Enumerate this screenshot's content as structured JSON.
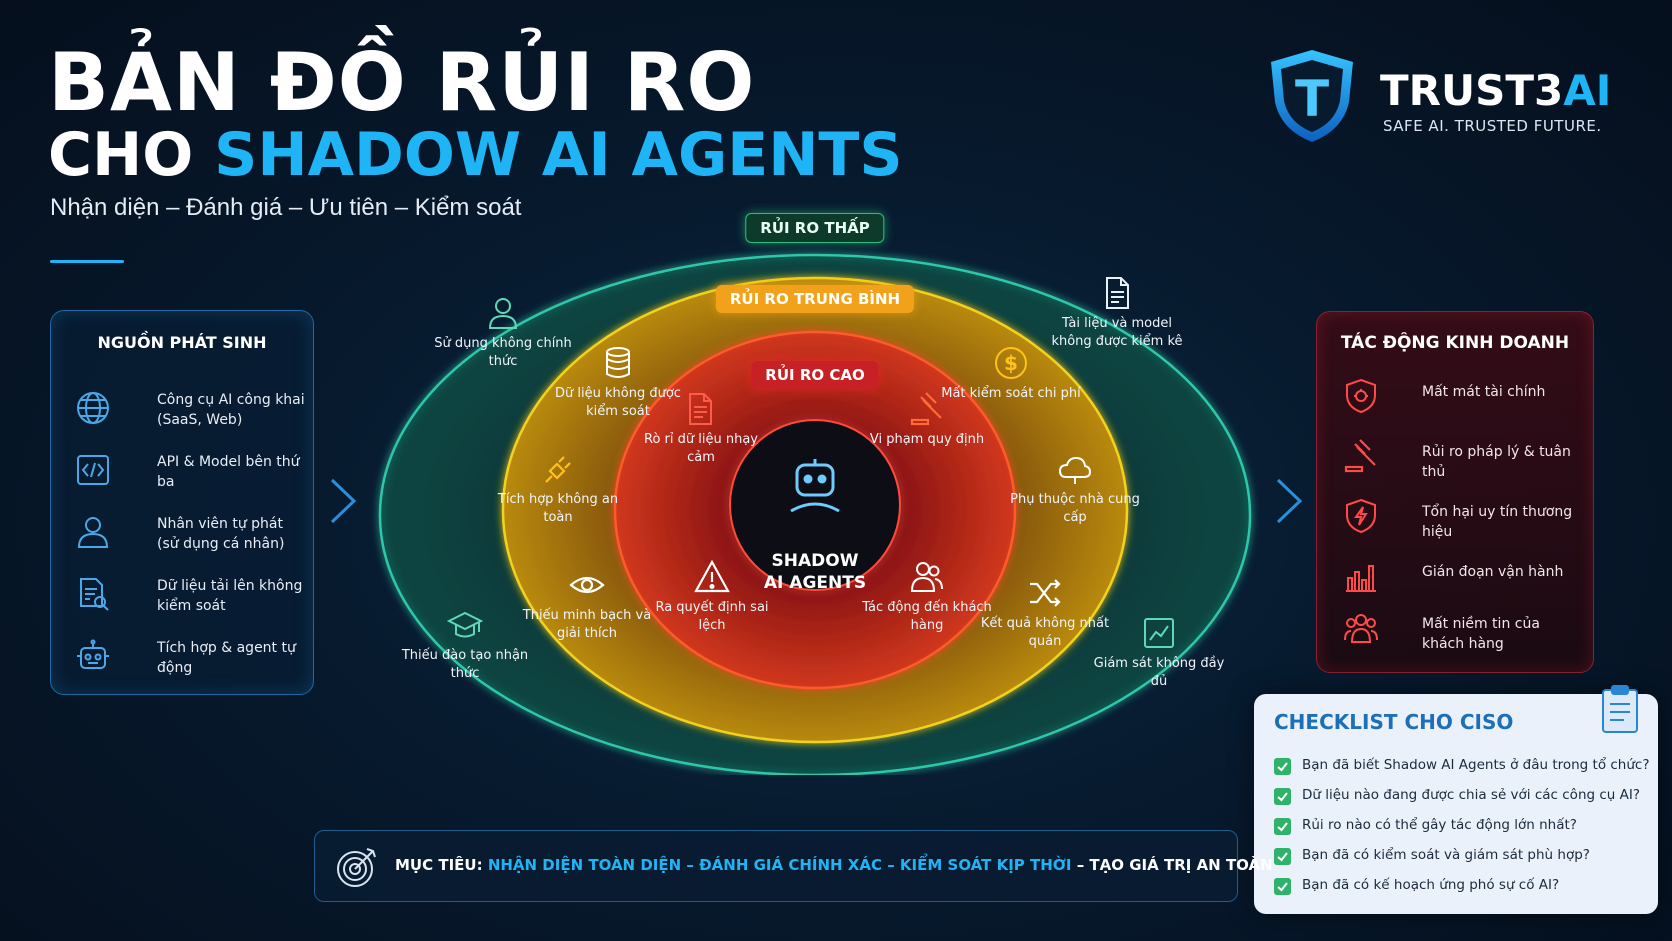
{
  "header": {
    "title_line1": "BẢN ĐỒ RỦI RO",
    "title_line2_prefix": "CHO ",
    "title_line2_accent": "SHADOW AI AGENTS",
    "subtitle": "Nhận diện – Đánh giá – Ưu tiên – Kiểm soát"
  },
  "brand": {
    "name_main": "TRUST3",
    "name_accent": "AI",
    "tagline": "SAFE AI. TRUSTED FUTURE.",
    "shield_letter": "T"
  },
  "sources": {
    "title": "NGUỒN PHÁT SINH",
    "items": [
      {
        "label": "Công cụ AI công khai (SaaS, Web)",
        "icon": "globe-icon"
      },
      {
        "label": "API & Model bên thứ ba",
        "icon": "code-icon"
      },
      {
        "label": "Nhân viên tự phát (sử dụng cá nhân)",
        "icon": "user-icon"
      },
      {
        "label": "Dữ liệu tải lên không kiểm soát",
        "icon": "document-search-icon"
      },
      {
        "label": "Tích hợp & agent tự động",
        "icon": "robot-icon"
      }
    ]
  },
  "diagram": {
    "low_label": "RỦI RO THẤP",
    "mid_label": "RỦI RO TRUNG BÌNH",
    "high_label": "RỦI RO CAO",
    "core_line1": "SHADOW",
    "core_line2": "AI AGENTS",
    "low_items": [
      {
        "label": "Sử dụng không chính thức",
        "icon": "user-outline-icon"
      },
      {
        "label": "Tài liệu và model không được kiểm kê",
        "icon": "file-icon"
      },
      {
        "label": "Thiếu đào tạo nhận thức",
        "icon": "graduation-cap-icon"
      },
      {
        "label": "Giám sát không đầy đủ",
        "icon": "monitor-chart-icon"
      }
    ],
    "mid_items": [
      {
        "label": "Dữ liệu không được kiểm soát",
        "icon": "database-icon"
      },
      {
        "label": "Mất kiểm soát chi phí",
        "icon": "dollar-icon"
      },
      {
        "label": "Tích hợp không an toàn",
        "icon": "plug-icon"
      },
      {
        "label": "Phụ thuộc nhà cung cấp",
        "icon": "cloud-icon"
      },
      {
        "label": "Thiếu minh bạch và giải thích",
        "icon": "eye-icon"
      },
      {
        "label": "Kết quả không nhất quán",
        "icon": "shuffle-icon"
      }
    ],
    "high_items": [
      {
        "label": "Rò rỉ dữ liệu nhạy cảm",
        "icon": "document-leak-icon"
      },
      {
        "label": "Vi phạm quy định",
        "icon": "gavel-icon"
      },
      {
        "label": "Ra quyết định sai lệch",
        "icon": "warning-icon"
      },
      {
        "label": "Tác động đến khách hàng",
        "icon": "users-icon"
      }
    ]
  },
  "impact": {
    "title": "TÁC ĐỘNG KINH DOANH",
    "items": [
      {
        "label": "Mất mát tài chính",
        "icon": "shield-bug-icon"
      },
      {
        "label": "Rủi ro pháp lý & tuân thủ",
        "icon": "gavel-icon"
      },
      {
        "label": "Tổn hại uy tín thương hiệu",
        "icon": "shield-bolt-icon"
      },
      {
        "label": "Gián đoạn vận hành",
        "icon": "bar-chart-down-icon"
      },
      {
        "label": "Mất niềm tin của khách hàng",
        "icon": "users-group-icon"
      }
    ]
  },
  "checklist": {
    "title": "CHECKLIST CHO CISO",
    "items": [
      "Bạn đã biết Shadow AI Agents ở đâu trong tổ chức?",
      "Dữ liệu nào đang được chia sẻ với các công cụ AI?",
      "Rủi ro nào có thể gây tác động lớn nhất?",
      "Bạn đã có kiểm soát và giám sát phù hợp?",
      "Bạn đã có kế hoạch ứng phó sự cố AI?"
    ]
  },
  "goal": {
    "prefix": "MỤC TIÊU: ",
    "highlight": "NHẬN DIỆN TOÀN DIỆN – ĐÁNH GIÁ CHÍNH XÁC – KIỂM SOÁT KỊP THỜI",
    "suffix": " – TẠO GIÁ TRỊ AN TOÀN"
  },
  "colors": {
    "accent_blue": "#1fb4f5",
    "low_green": "#27c27a",
    "mid_amber": "#f2a21a",
    "high_red": "#c72126"
  }
}
